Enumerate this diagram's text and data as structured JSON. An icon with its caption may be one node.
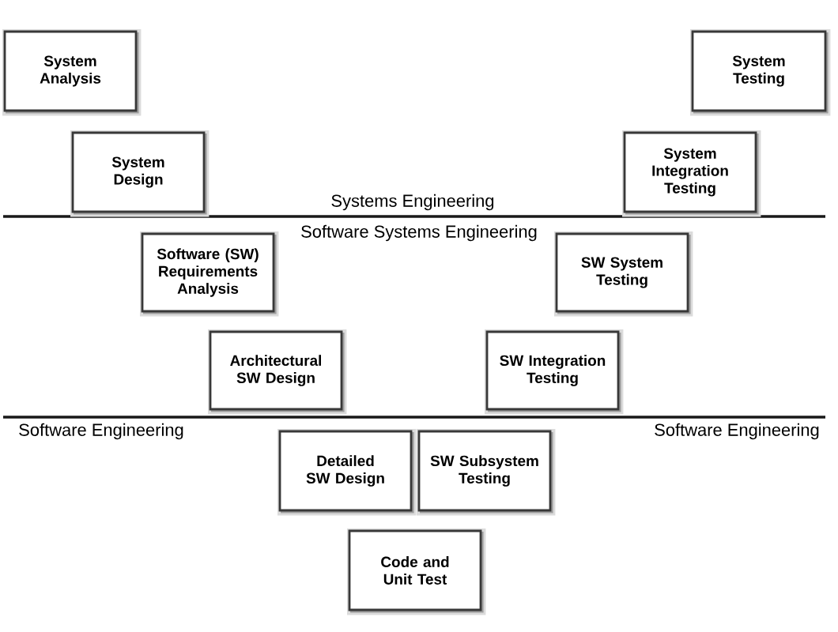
{
  "diagram": {
    "nodes": [
      {
        "text": [
          "System Analysis"
        ]
      },
      {
        "text": [
          "System Testing"
        ]
      },
      {
        "text": [
          "System Design"
        ]
      },
      {
        "text": [
          "System Integration Testing"
        ]
      },
      {
        "text": [
          "Software (SW) Requirements Analysis"
        ]
      },
      {
        "text": [
          "SW System Testing"
        ]
      },
      {
        "text": [
          "Architectural SW Design"
        ]
      },
      {
        "text": [
          "SW Integration Testing"
        ]
      },
      {
        "text": [
          "Detailed SW Design"
        ]
      },
      {
        "text": [
          "SW Subsystem Testing"
        ]
      },
      {
        "text": [
          "Code and Unit Test"
        ]
      }
    ],
    "labels": [
      "Systems Engineering",
      "Software Systems Engineering",
      "Software Engineering",
      "Software Engineering"
    ]
  }
}
